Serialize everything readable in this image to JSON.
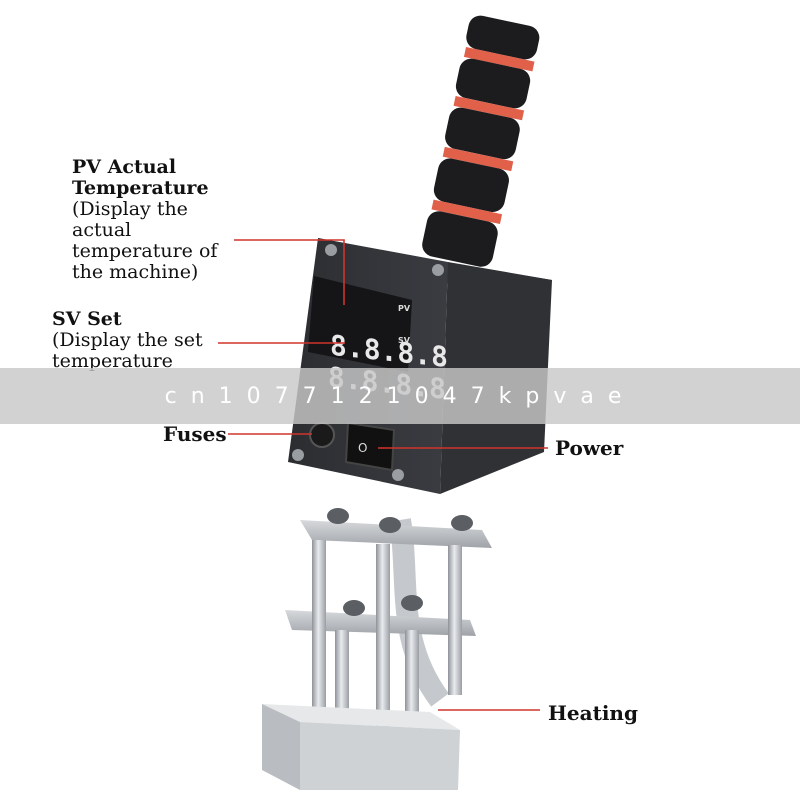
{
  "labels": {
    "pv_title_1": "PV Actual",
    "pv_title_2": "Temperature",
    "pv_desc_1": "(Display the",
    "pv_desc_2": "actual",
    "pv_desc_3": "temperature of",
    "pv_desc_4": "the machine)",
    "sv_title": "SV Set",
    "sv_desc_1": "(Display the set",
    "sv_desc_2": "temperature",
    "fuses": "Fuses",
    "power": "Power",
    "heating": "Heating"
  },
  "display": {
    "pv_tag": "PV",
    "sv_tag": "SV"
  },
  "watermark": "cn1077121047kpvae",
  "colors": {
    "leader_line": "#d0342c",
    "foam": "#1a1a1a",
    "stripe": "#e0604a",
    "body": "#2a2c30",
    "steel": "#c9ccd0"
  }
}
